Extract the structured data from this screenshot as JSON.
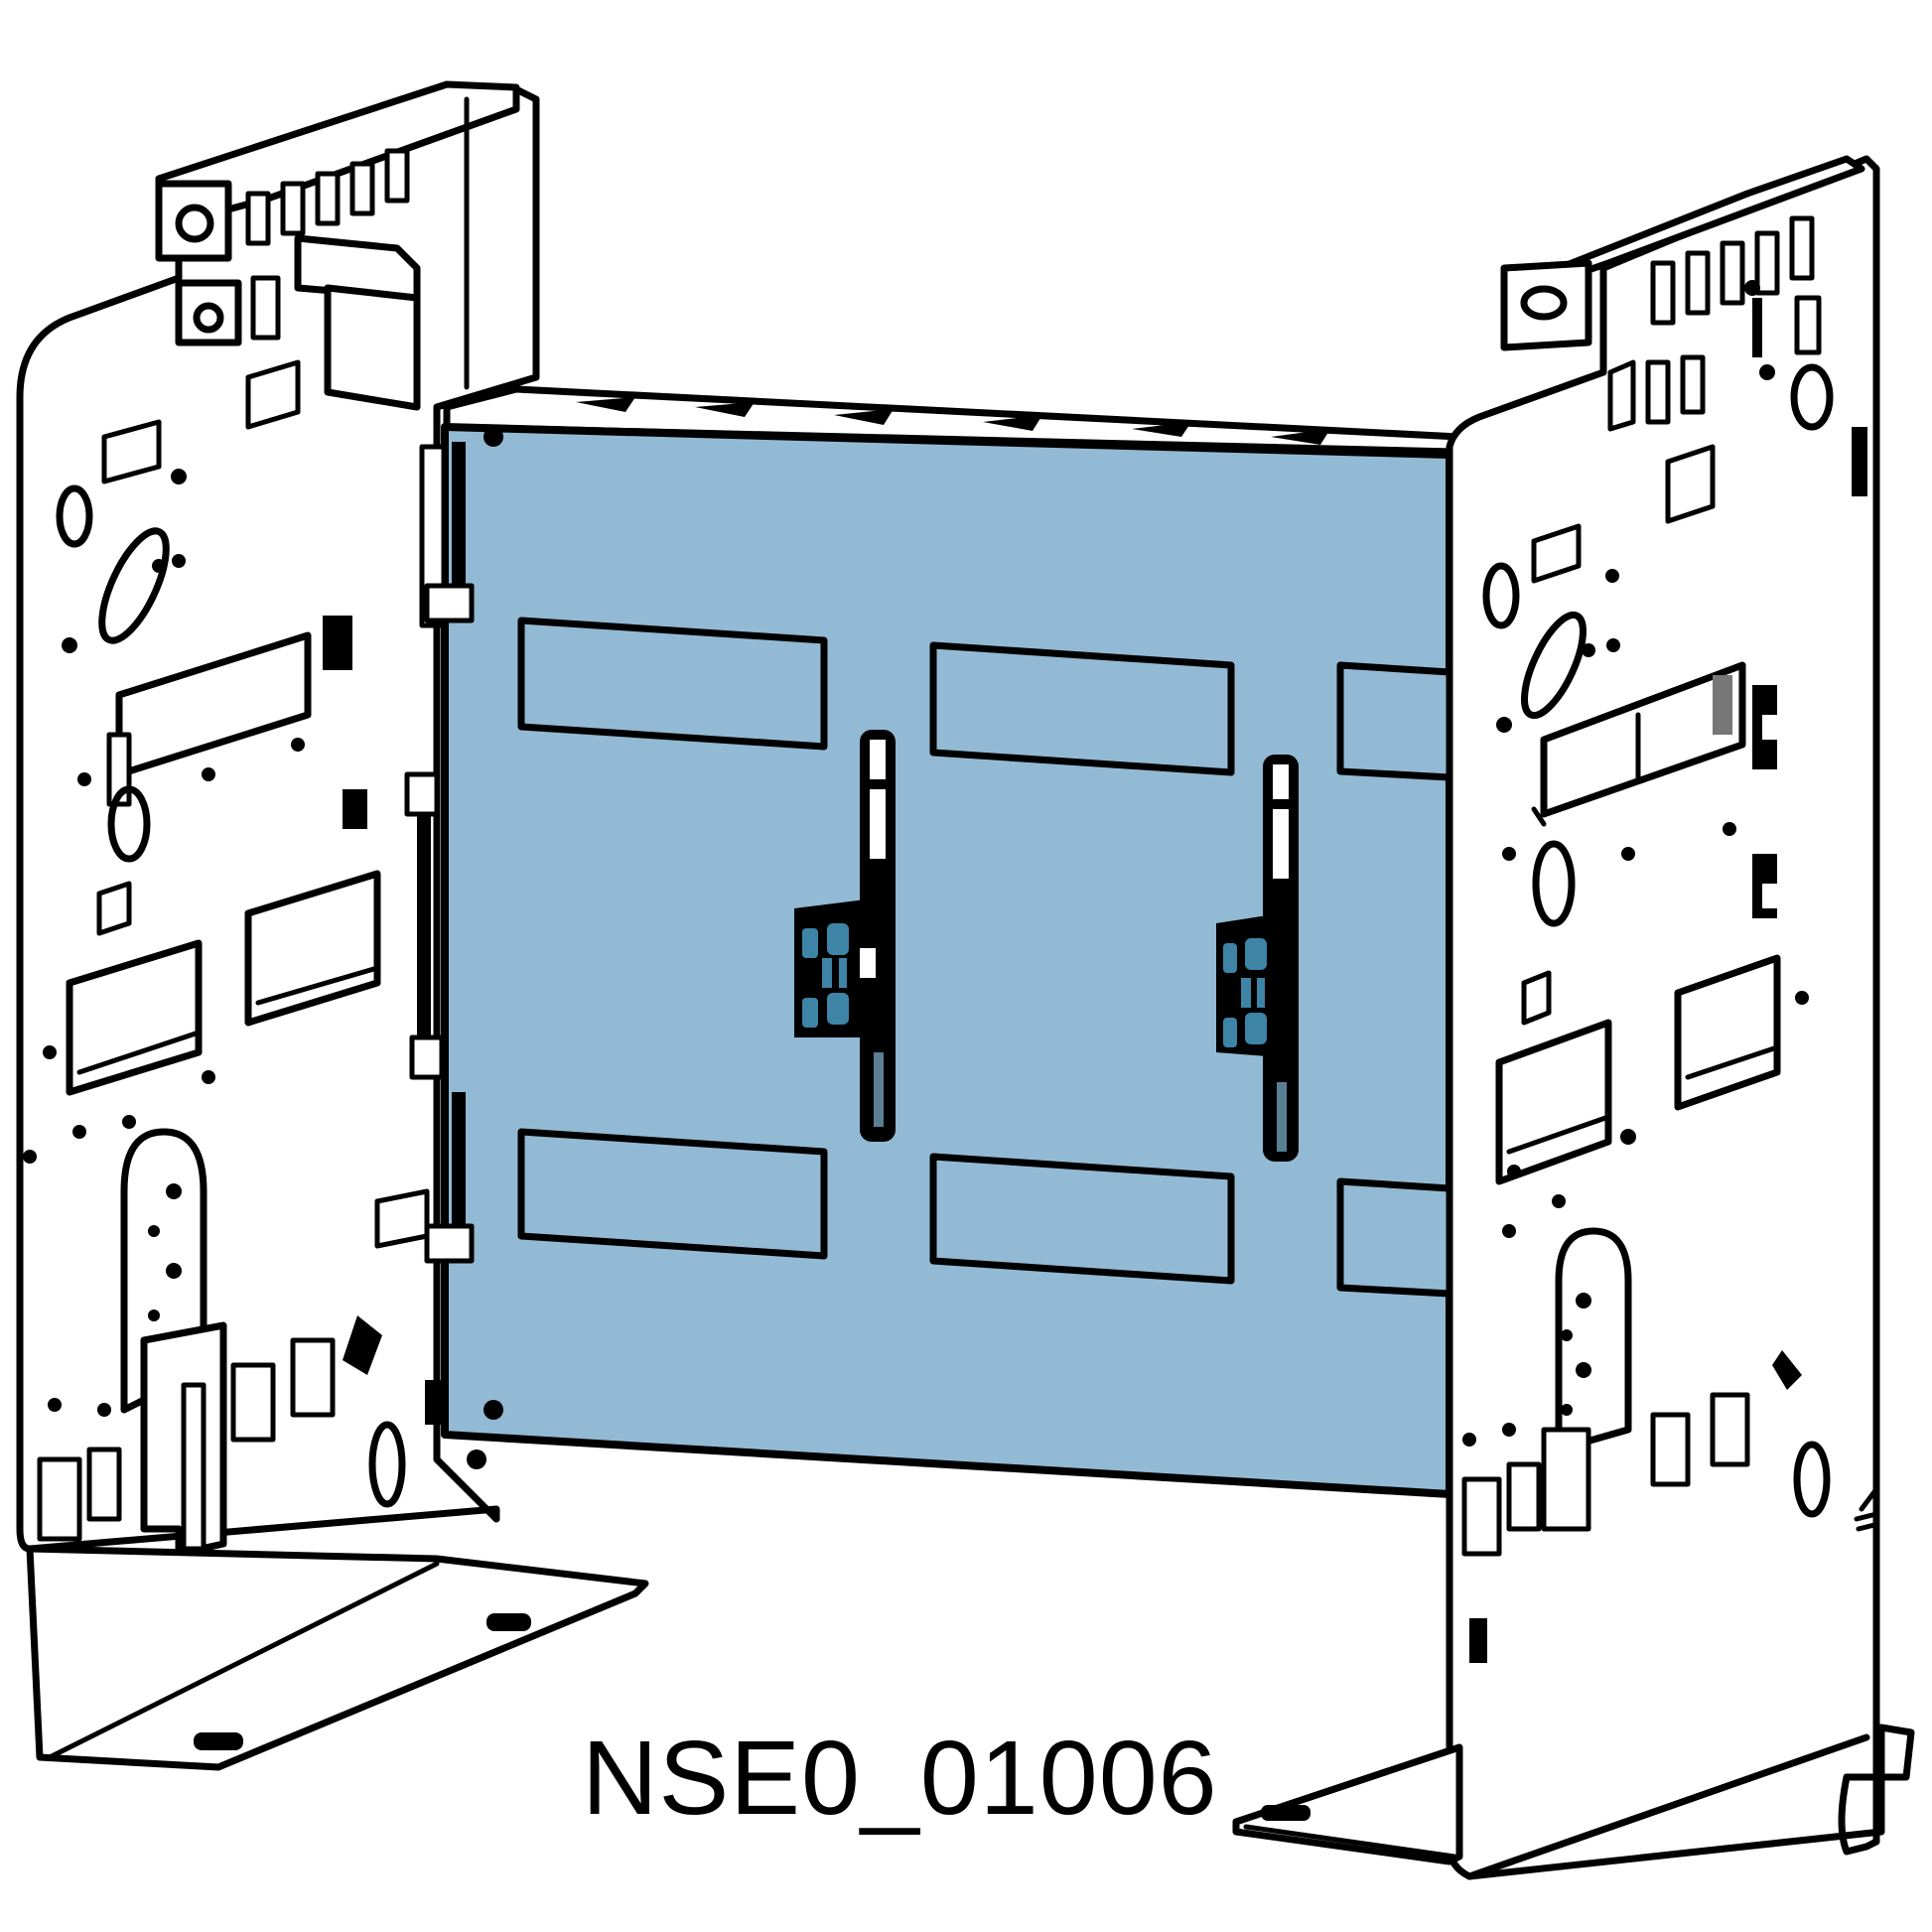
{
  "figure": {
    "caption": "NSE0_01006",
    "subject": "Mounting frame with back plate (technical line drawing)",
    "colors": {
      "background": "#ffffff",
      "line": "#000000",
      "plate_fill": "#92bad4",
      "clip_accent": "#3d84a6"
    },
    "parts": [
      {
        "id": "left-side-frame",
        "label": "Left side frame"
      },
      {
        "id": "right-side-frame",
        "label": "Right side frame"
      },
      {
        "id": "back-plate",
        "label": "Back plate (blue)"
      },
      {
        "id": "left-foot",
        "label": "Left mounting foot"
      },
      {
        "id": "right-foot",
        "label": "Right mounting foot"
      },
      {
        "id": "left-clip",
        "label": "Left retaining clip"
      },
      {
        "id": "right-clip",
        "label": "Right retaining clip"
      }
    ]
  }
}
